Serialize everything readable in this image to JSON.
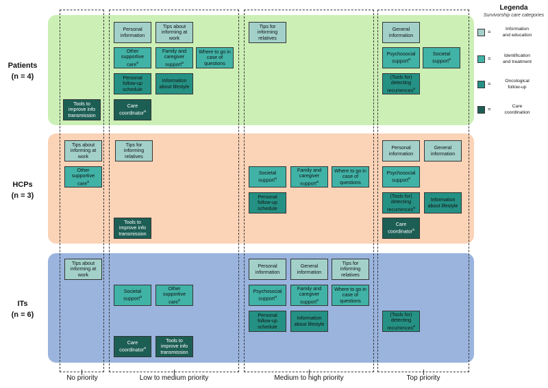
{
  "colors": {
    "patients_band": "#ccefb6",
    "hcps_band": "#fbd3b7",
    "its_band": "#9ab4de",
    "information_and_education": "#a3d1ca",
    "identification_and_treatment": "#41b2a6",
    "oncological_follow_up": "#259184",
    "care_coordination": "#1d5e54"
  },
  "rows": [
    {
      "id": "patients",
      "name": "Patients",
      "n": "(n = 4)"
    },
    {
      "id": "hcps",
      "name": "HCPs",
      "n": "(n = 3)"
    },
    {
      "id": "its",
      "name": "ITs",
      "n": "(n = 6)"
    }
  ],
  "columns": [
    {
      "id": "no",
      "label": "No priority"
    },
    {
      "id": "low",
      "label": "Low to medium priority"
    },
    {
      "id": "med",
      "label": "Medium to high priority"
    },
    {
      "id": "top",
      "label": "Top priority"
    }
  ],
  "legend": {
    "title": "Legenda",
    "subtitle": "Survivorship care categories",
    "equals": "=",
    "items": [
      {
        "line1": "Information",
        "line2": "and education"
      },
      {
        "line1": "Identification",
        "line2": "and treatment"
      },
      {
        "line1": "Oncological",
        "line2": "follow-up"
      },
      {
        "line1": "Care",
        "line2": "coordination"
      }
    ]
  },
  "superscript": "a",
  "boxes": {
    "p_no_1": "Tools to improve info transmission",
    "p_low_1": "Personal information",
    "p_low_2": "Tips about informing at work",
    "p_low_3": "Other supportive care",
    "p_low_4": "Family and caregiver support",
    "p_low_5": "Where to go in case of questions",
    "p_low_6": "Personal follow-up schedule",
    "p_low_7": "Information about lifestyle",
    "p_low_8": "Care coordinator",
    "p_med_1": "Tips for informing relatives",
    "p_top_1": "General information",
    "p_top_2": "Psychosocial support",
    "p_top_3": "Societal support",
    "p_top_4": "(Tools for) detecting recurrences",
    "h_no_1": "Tips about informing at work",
    "h_no_2": "Other supportive care",
    "h_low_1": "Tips for informing relatives",
    "h_low_2": "Tools to improve info transmission",
    "h_med_1": "Societal support",
    "h_med_2": "Family and caregiver support",
    "h_med_3": "Where to go in case of questions",
    "h_med_4": "Personal follow-up schedule",
    "h_top_1": "Personal information",
    "h_top_2": "General information",
    "h_top_3": "Psychosocial support",
    "h_top_4": "(Tools for) detecting recurrences",
    "h_top_5": "Information about lifestyle",
    "h_top_6": "Care coordinator",
    "i_no_1": "Tips about informing at work",
    "i_low_1": "Societal support",
    "i_low_2": "Other supportive care",
    "i_low_3": "Care coordinator",
    "i_low_4": "Tools to improve info transmission",
    "i_med_1": "Personal information",
    "i_med_2": "General information",
    "i_med_3": "Tips for informing relatives",
    "i_med_4": "Psychosocial support",
    "i_med_5": "Family and caregiver support",
    "i_med_6": "Where to go in case of questions",
    "i_med_7": "Personal follow-up schedule",
    "i_med_8": "Information about lifestyle",
    "i_top_1": "(Tools for) detecting recurrences"
  }
}
